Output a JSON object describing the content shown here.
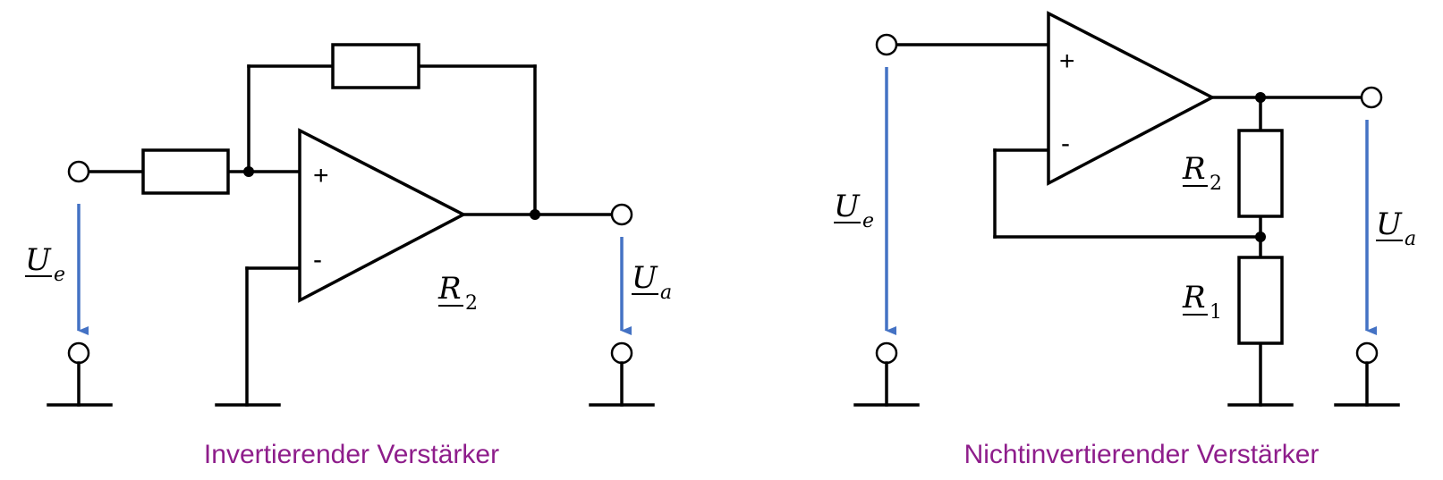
{
  "colors": {
    "caption": "#8e1d8b",
    "voltage_arrow": "#4472c4",
    "lines": "#000000"
  },
  "inverting": {
    "caption": "Invertierender Verstärker",
    "input_voltage": {
      "symbol": "U",
      "subscript": "e"
    },
    "output_voltage": {
      "symbol": "U",
      "subscript": "a"
    },
    "plus_sign": "+",
    "minus_sign": "-",
    "resistor_label": {
      "symbol": "R",
      "subscript": "2"
    }
  },
  "noninverting": {
    "caption": "Nichtinvertierender Verstärker",
    "input_voltage": {
      "symbol": "U",
      "subscript": "e"
    },
    "output_voltage": {
      "symbol": "U",
      "subscript": "a"
    },
    "plus_sign": "+",
    "minus_sign": "-",
    "r2_label": {
      "symbol": "R",
      "subscript": "2"
    },
    "r1_label": {
      "symbol": "R",
      "subscript": "1"
    }
  }
}
